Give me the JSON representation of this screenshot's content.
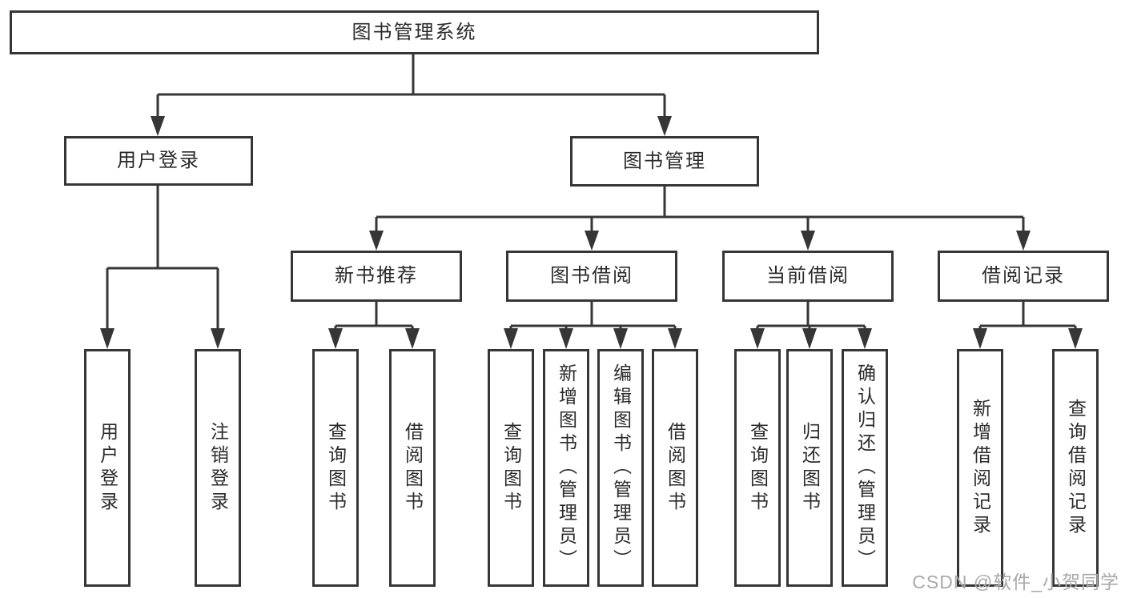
{
  "colors": {
    "line": "#363636",
    "text": "#2b2b2b",
    "watermark": "#a9a9a9",
    "background": "#ffffff"
  },
  "watermark": {
    "text": "CSDN @软件_小贺同学"
  },
  "tree": {
    "label": "图书管理系统",
    "children": [
      {
        "label": "用户登录",
        "children": [
          {
            "label": "用户登录"
          },
          {
            "label": "注销登录"
          }
        ]
      },
      {
        "label": "图书管理",
        "children": [
          {
            "label": "新书推荐",
            "children": [
              {
                "label": "查询图书"
              },
              {
                "label": "借阅图书"
              }
            ]
          },
          {
            "label": "图书借阅",
            "children": [
              {
                "label": "查询图书"
              },
              {
                "label": "新增图书（管理员）"
              },
              {
                "label": "编辑图书（管理员）"
              },
              {
                "label": "借阅图书"
              }
            ]
          },
          {
            "label": "当前借阅",
            "children": [
              {
                "label": "查询图书"
              },
              {
                "label": "归还图书"
              },
              {
                "label": "确认归还（管理员）"
              }
            ]
          },
          {
            "label": "借阅记录",
            "children": [
              {
                "label": "新增借阅记录"
              },
              {
                "label": "查询借阅记录"
              }
            ]
          }
        ]
      }
    ]
  }
}
